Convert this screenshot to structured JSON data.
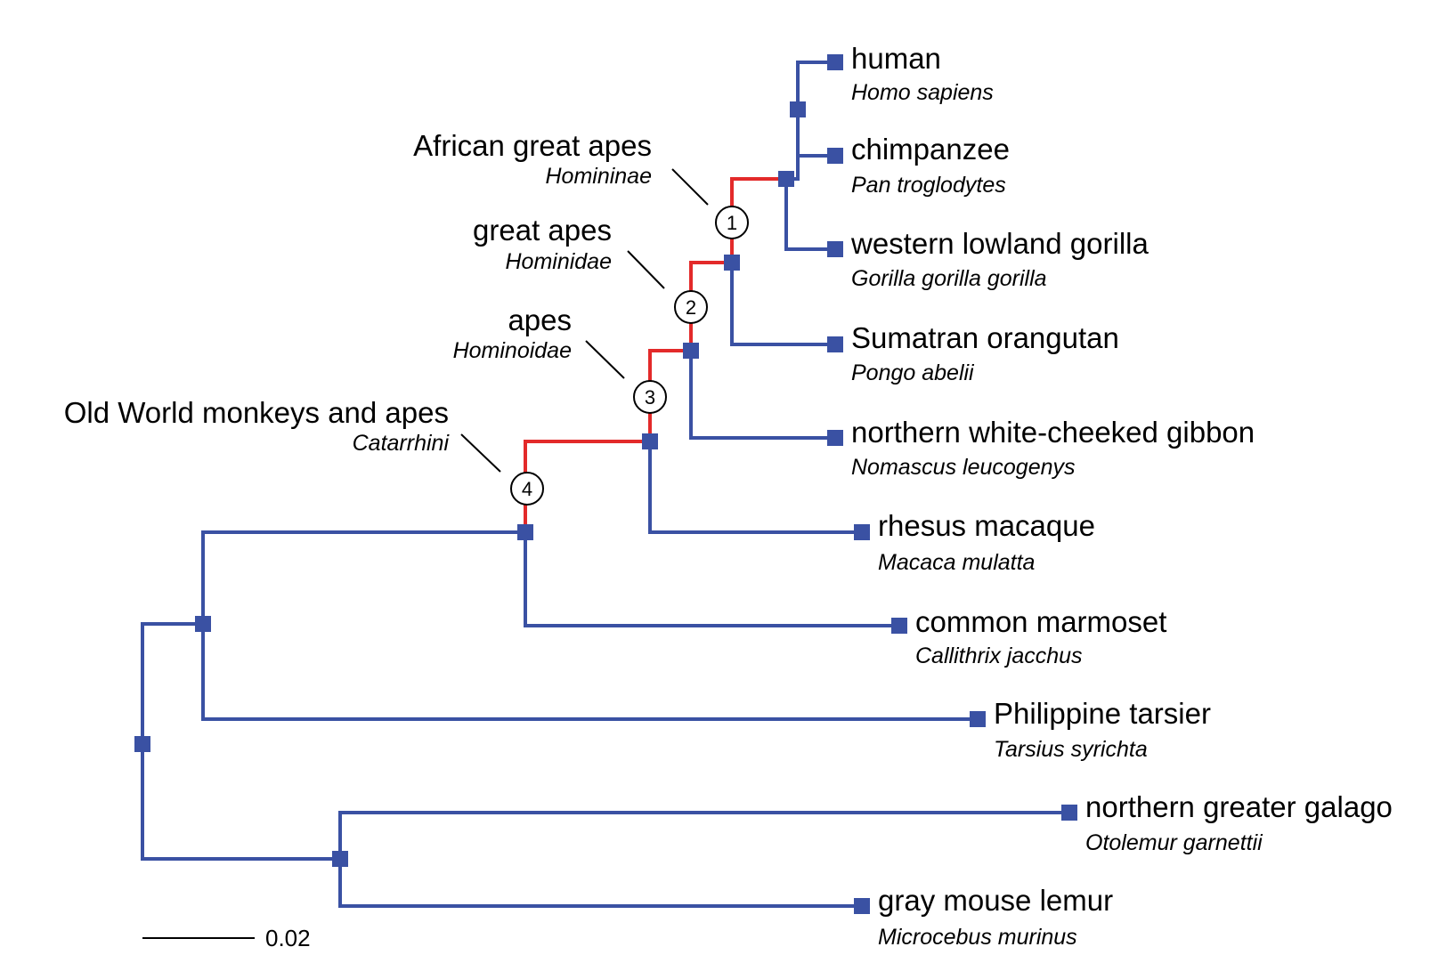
{
  "taxa": [
    {
      "common": "human",
      "scientific": "Homo sapiens"
    },
    {
      "common": "chimpanzee",
      "scientific": "Pan troglodytes"
    },
    {
      "common": "western lowland gorilla",
      "scientific": "Gorilla gorilla gorilla"
    },
    {
      "common": "Sumatran orangutan",
      "scientific": "Pongo abelii"
    },
    {
      "common": "northern white-cheeked gibbon",
      "scientific": "Nomascus leucogenys"
    },
    {
      "common": "rhesus macaque",
      "scientific": "Macaca mulatta"
    },
    {
      "common": "common marmoset",
      "scientific": "Callithrix jacchus"
    },
    {
      "common": "Philippine tarsier",
      "scientific": "Tarsius syrichta"
    },
    {
      "common": "northern greater galago",
      "scientific": "Otolemur garnettii"
    },
    {
      "common": "gray mouse lemur",
      "scientific": "Microcebus murinus"
    }
  ],
  "clades": [
    {
      "number": "1",
      "common": "African great apes",
      "scientific": "Homininae"
    },
    {
      "number": "2",
      "common": "great apes",
      "scientific": "Hominidae"
    },
    {
      "number": "3",
      "common": "apes",
      "scientific": "Hominoidae"
    },
    {
      "number": "4",
      "common": "Old World monkeys and apes",
      "scientific": "Catarrhini"
    }
  ],
  "scale_bar": {
    "value": 0.02,
    "label": "0.02"
  },
  "colors": {
    "tree_branch": "#3a51a3",
    "highlighted_branch": "#e32a2a",
    "node_marker": "#3a51a3"
  }
}
